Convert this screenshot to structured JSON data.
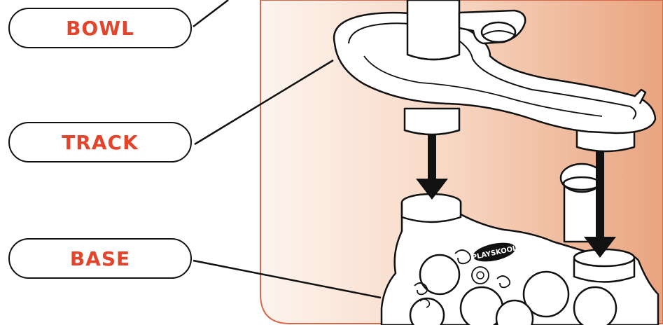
{
  "labels": {
    "bowl": "BOWL",
    "track": "TRACK",
    "base": "BASE"
  },
  "brand": {
    "logo_text": "PLAYSKOOL"
  },
  "colors": {
    "label_text": "#e2452c",
    "panel_gradient_light": "#fdf4ee",
    "panel_gradient_dark": "#e9a47f",
    "panel_border": "#d8664a",
    "outline": "#111111"
  }
}
